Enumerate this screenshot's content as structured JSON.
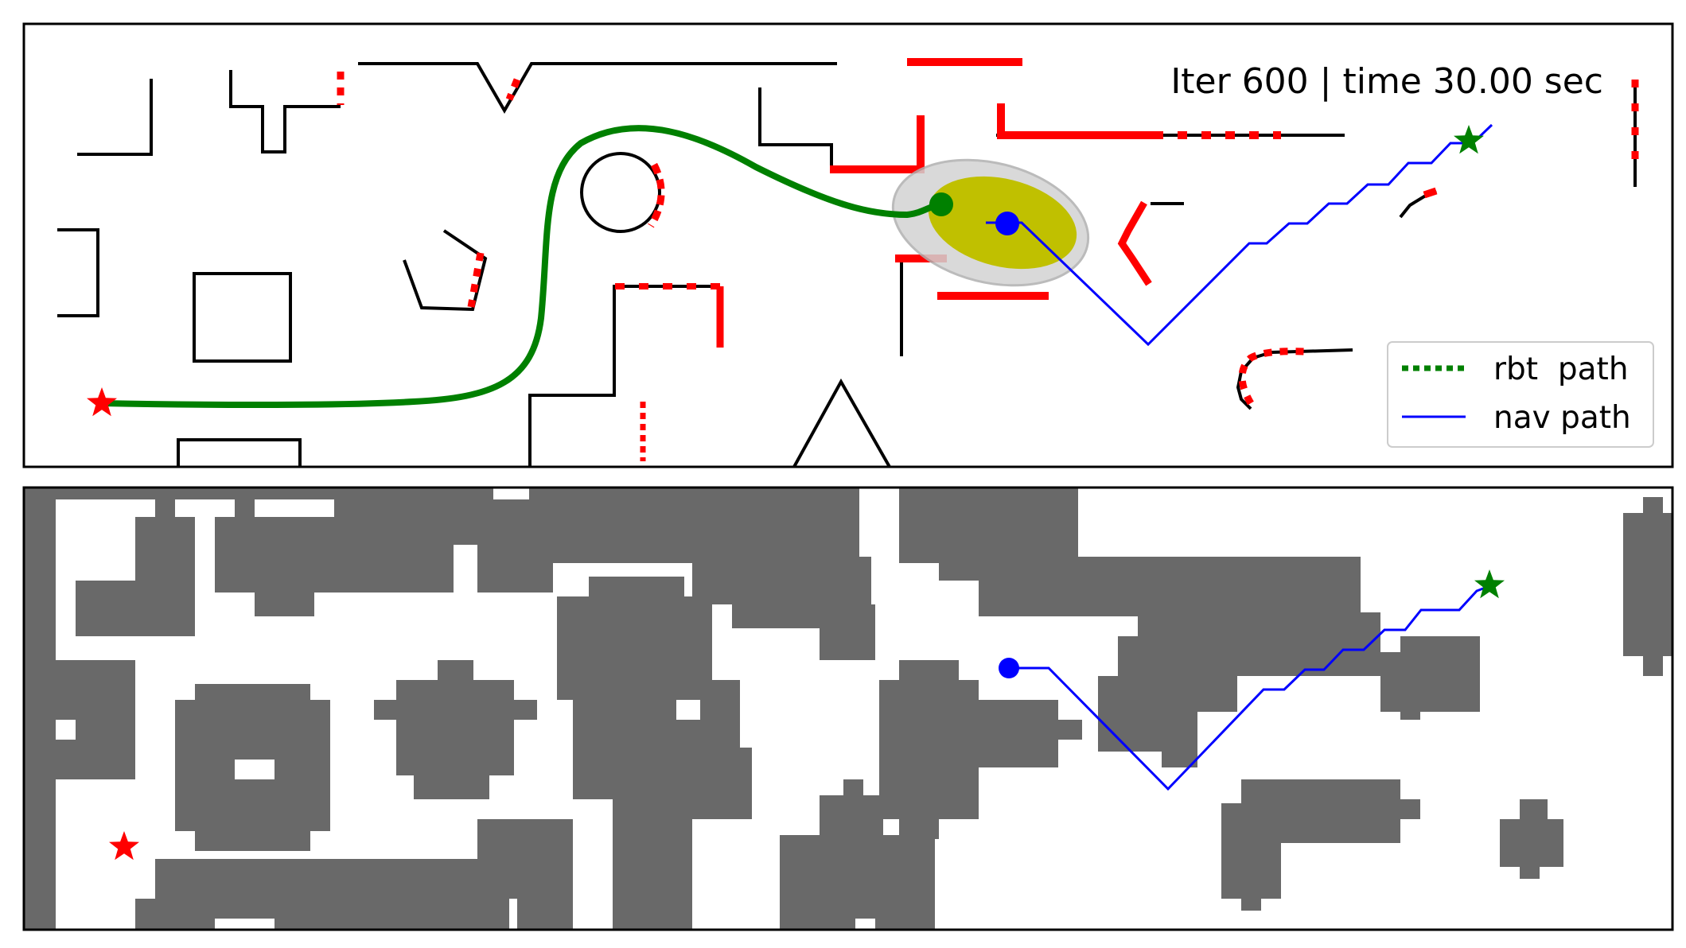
{
  "top_panel": {
    "title": "Iter 600 | time 30.00 sec",
    "legend": {
      "robot_path_label": "rbt  path",
      "nav_path_label": "nav path"
    }
  },
  "colors": {
    "wall": "#000000",
    "detected_wall": "#ff0000",
    "robot_path": "#008000",
    "nav_path": "#0000ff",
    "start_marker": "#ff0000",
    "goal_marker": "#008000",
    "uncertainty_ellipse": "#c0c000",
    "occupied_cell": "#696969",
    "free_cell": "#ffffff"
  },
  "markers": {
    "start": "red-star",
    "goal": "green-star",
    "robot": "green-dot",
    "nav_start": "blue-dot"
  }
}
